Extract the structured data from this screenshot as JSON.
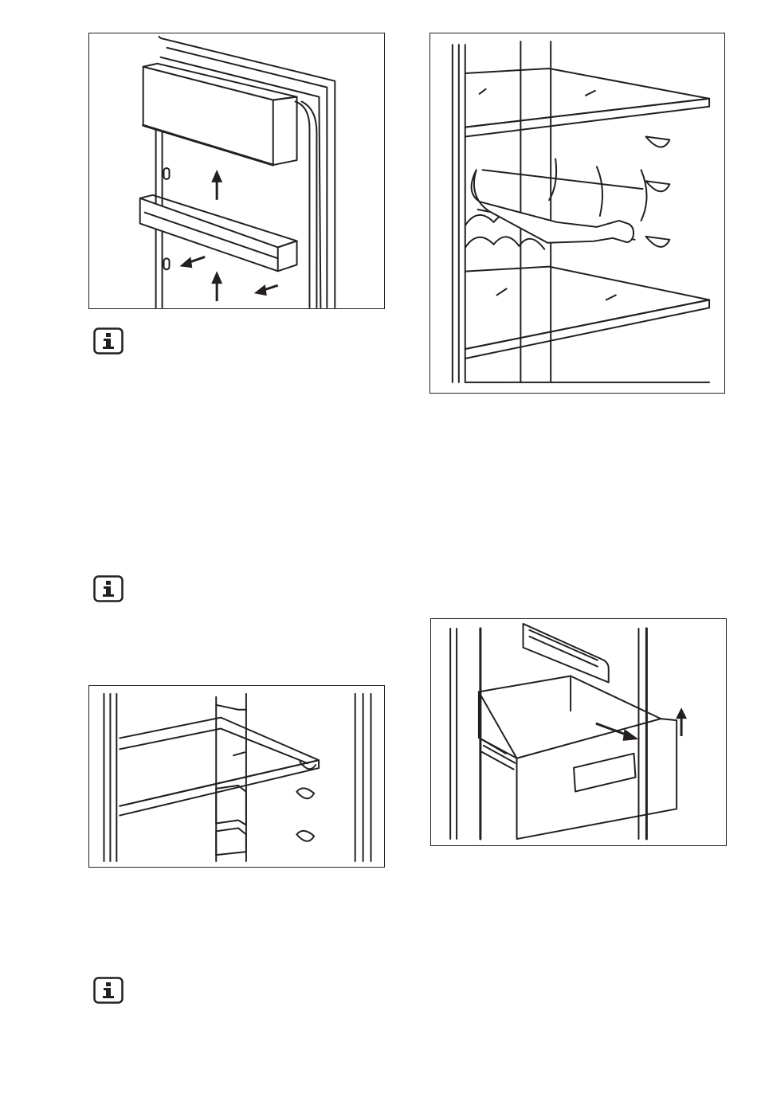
{
  "figures": [
    {
      "id": "door-balcony",
      "icon": "door-shelf-illustration"
    },
    {
      "id": "wine-rack",
      "icon": "bottle-rack-illustration"
    },
    {
      "id": "movable-shelf",
      "icon": "glass-shelf-illustration"
    },
    {
      "id": "drawer",
      "icon": "freezer-drawer-illustration"
    }
  ],
  "info_notes": [
    {
      "icon": "info-icon",
      "text": ""
    },
    {
      "icon": "info-icon",
      "text": ""
    },
    {
      "icon": "info-icon",
      "text": ""
    }
  ],
  "colors": {
    "line": "#231f20",
    "background": "#ffffff"
  }
}
